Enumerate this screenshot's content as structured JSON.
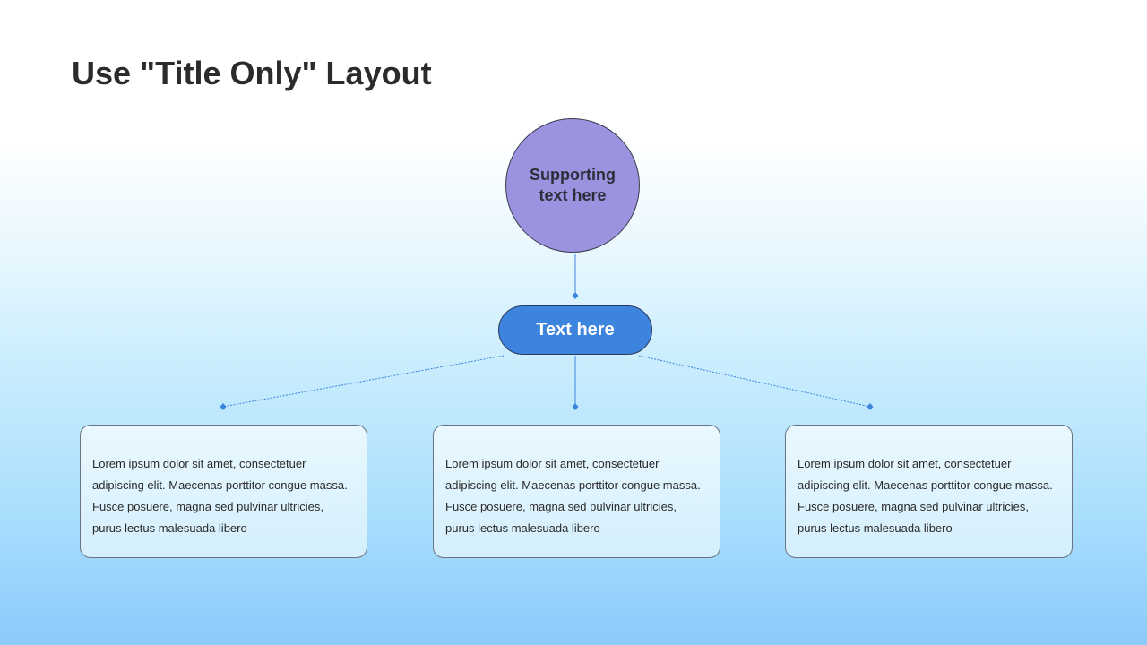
{
  "slide": {
    "title": "Use \"Title Only\" Layout"
  },
  "diagram": {
    "top_node": {
      "text": "Supporting text here",
      "fill": "#9b93e0"
    },
    "middle_node": {
      "text": "Text here",
      "fill": "#3d84de"
    },
    "connector_color": "#3d84de",
    "cards": [
      {
        "text": "Lorem ipsum dolor sit amet, consectetuer adipiscing elit. Maecenas porttitor congue massa. Fusce posuere, magna sed pulvinar ultricies, purus lectus malesuada libero"
      },
      {
        "text": "Lorem ipsum dolor sit amet, consectetuer adipiscing elit. Maecenas porttitor congue massa. Fusce posuere, magna sed pulvinar ultricies, purus lectus malesuada libero"
      },
      {
        "text": "Lorem ipsum dolor sit amet, consectetuer adipiscing elit. Maecenas porttitor congue massa. Fusce posuere, magna sed pulvinar ultricies, purus lectus malesuada libero"
      }
    ]
  }
}
